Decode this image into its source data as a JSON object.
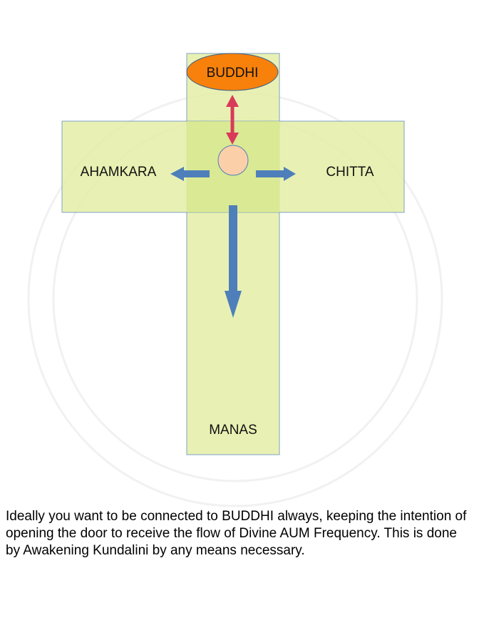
{
  "diagram": {
    "top_label": "BUDDHI",
    "left_label": "AHAMKARA",
    "right_label": "CHITTA",
    "bottom_label": "MANAS"
  },
  "colors": {
    "panel_fill": "#e4efa6",
    "panel_border": "#7fa0c4",
    "buddhi_fill": "#f7810b",
    "buddhi_border": "#3a5f8f",
    "core_fill": "#fbd0a8",
    "arrow_blue": "#4f7fba",
    "arrow_red": "#d93a5a"
  },
  "caption": {
    "text": "Ideally you want to be connected to BUDDHI always, keeping the intention of opening the door to receive the flow of Divine AUM Frequency. This is done by Awakening Kundalini by any means necessary."
  }
}
